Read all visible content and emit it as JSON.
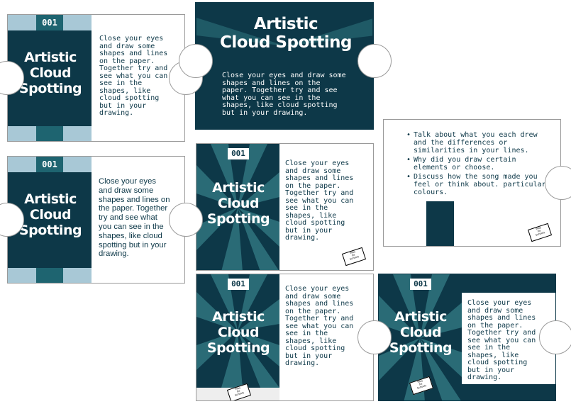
{
  "card_title_1": "Artistic",
  "card_title_2": "Cloud",
  "card_title_3": "Spotting",
  "card_title_full_1": "Artistic",
  "card_title_full_2": "Cloud Spotting",
  "card_number": "001",
  "card_text": "Close your eyes and draw some shapes and lines on the paper. Together try and see what you can see in the shapes, like cloud spotting but in your drawing.",
  "logo_text": [
    "Tiles",
    "for",
    "Schools"
  ],
  "prompts": [
    "Talk about what you each drew and the differences or similarities in your lines.",
    "Why did you draw certain elements or choose.",
    "Discuss how the song made you feel or think about. particular colours."
  ],
  "colors": {
    "dark_teal": "#0d3848",
    "mid_teal": "#1e6470",
    "light_blue": "#a8c8d6",
    "ray_light": "#2a6b76"
  }
}
